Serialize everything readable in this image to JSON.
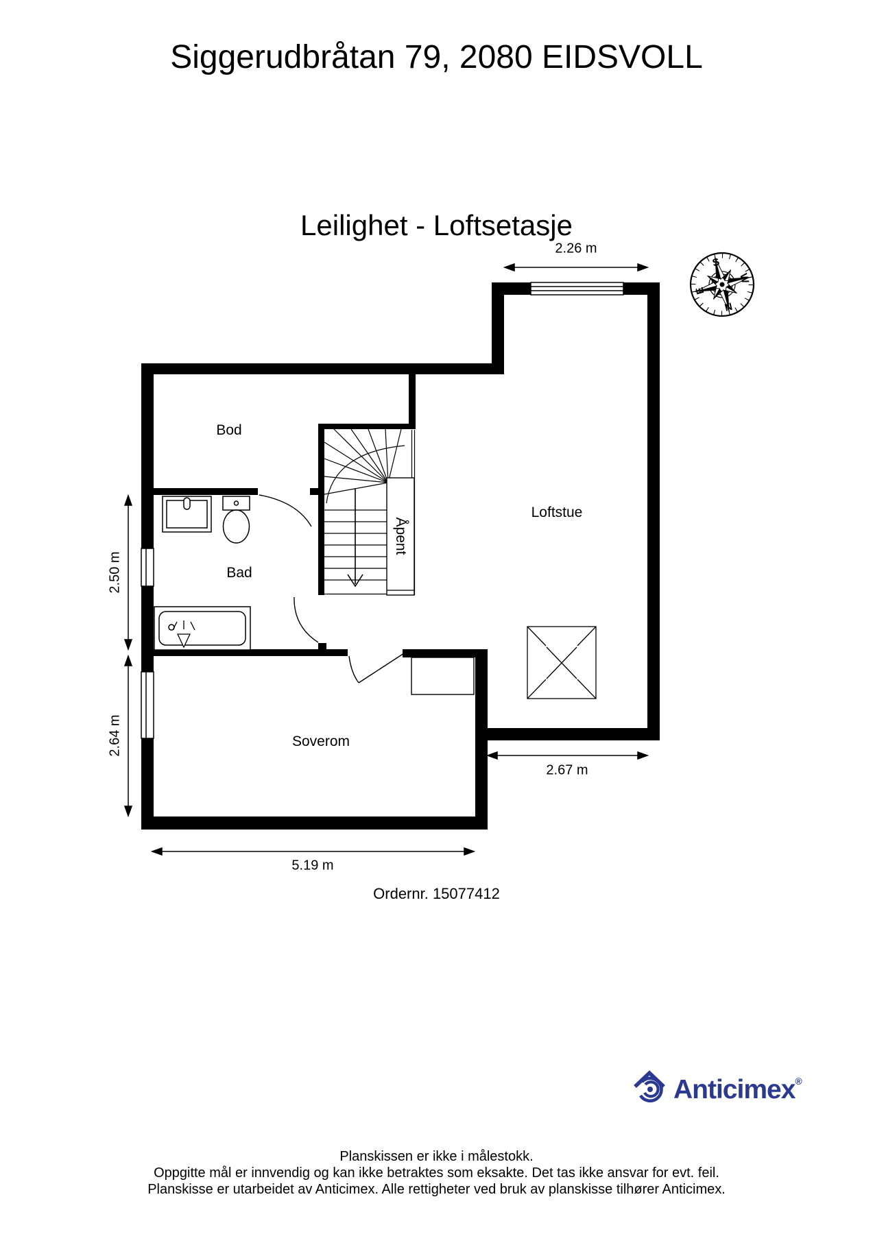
{
  "page": {
    "title": "Siggerudbråtan 79, 2080 EIDSVOLL",
    "subtitle": "Leilighet - Loftsetasje",
    "order_label": "Ordernr. 15077412",
    "paper_color": "#ffffff",
    "ink_color": "#000000"
  },
  "rooms": {
    "bod": "Bod",
    "bad": "Bad",
    "soverom": "Soverom",
    "loftstue": "Loftstue",
    "apent": "Åpent"
  },
  "dimensions": {
    "top_width": "2.26 m",
    "loftstue_bottom_width": "2.67 m",
    "bad_height": "2.50 m",
    "soverom_height": "2.64 m",
    "bottom_width": "5.19 m"
  },
  "compass": {
    "top": "S",
    "right": "W",
    "bottom": "N",
    "left": "E"
  },
  "brand": {
    "name": "Anticimex",
    "registered": "®",
    "color": "#2b3990"
  },
  "footer": {
    "line1": "Planskissen er ikke i målestokk.",
    "line2": "Oppgitte mål er innvendig og kan ikke betraktes som eksakte. Det tas ikke ansvar for evt. feil.",
    "line3": "Planskisse er utarbeidet av Anticimex. Alle rettigheter ved bruk av planskisse tilhører Anticimex."
  }
}
